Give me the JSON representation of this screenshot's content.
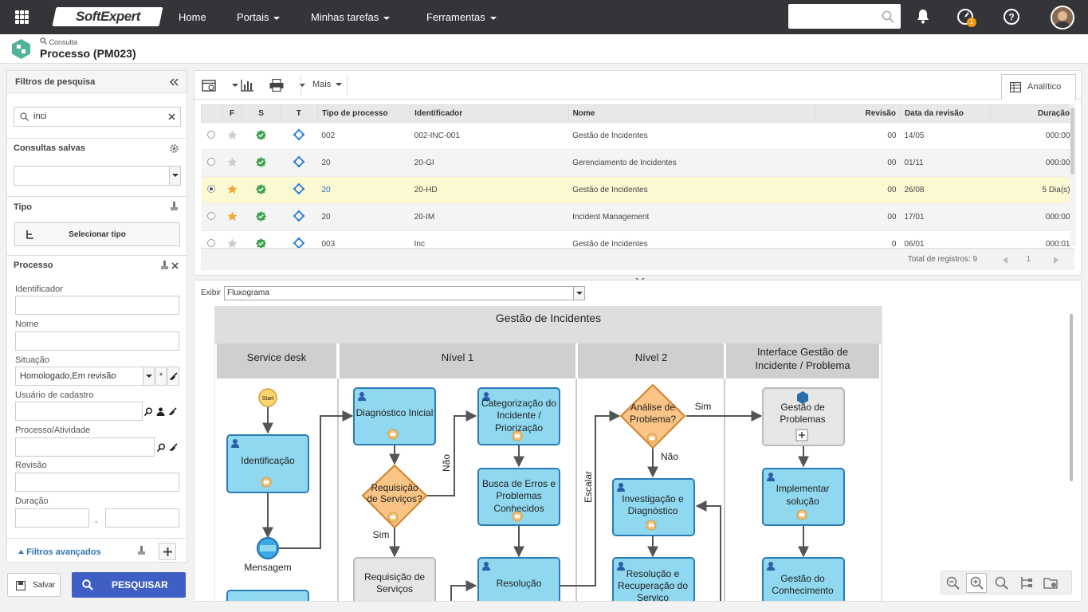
{
  "topbar": {
    "logo": "SoftExpert",
    "nav": [
      "Home",
      "Portais",
      "Minhas tarefas",
      "Ferramentas"
    ],
    "notification_count": "1"
  },
  "subheader": {
    "breadcrumb": "Consulta",
    "title": "Processo (PM023)"
  },
  "sidebar": {
    "header": "Filtros de pesquisa",
    "search_value": "inci",
    "saved_title": "Consultas salvas",
    "tipo_title": "Tipo",
    "select_tipo": "Selecionar tipo",
    "processo_title": "Processo",
    "labels": {
      "identificador": "Identificador",
      "nome": "Nome",
      "situacao": "Situação",
      "usuario": "Usuário de cadastro",
      "atividade": "Processo/Atividade",
      "revisao": "Revisão",
      "duracao": "Duração"
    },
    "situacao_value": "Homologado,Em revisão",
    "duracao_sep": "-",
    "advanced": "Filtros avançados",
    "save": "Salvar",
    "search": "PESQUISAR"
  },
  "toolbar": {
    "mais": "Mais",
    "tab": "Analítico"
  },
  "table": {
    "headers": [
      "F",
      "S",
      "T",
      "Tipo de processo",
      "Identificador",
      "Nome",
      "Revisão",
      "Data da revisão",
      "Duração"
    ],
    "rows": [
      {
        "tipo": "002",
        "id": "002-INC-001",
        "nome": "Gestão de Incidentes",
        "rev": "00",
        "data": "14/05",
        "dur": "000:00",
        "star": false
      },
      {
        "tipo": "20",
        "id": "20-GI",
        "nome": "Gerenciamento de Incidentes",
        "rev": "00",
        "data": "01/11",
        "dur": "000:00",
        "star": false
      },
      {
        "tipo": "20",
        "id": "20-HD",
        "nome": "Gestão de Incidentes",
        "rev": "00",
        "data": "26/08",
        "dur": "5 Dia(s)",
        "star": true
      },
      {
        "tipo": "20",
        "id": "20-IM",
        "nome": "Incident Management",
        "rev": "00",
        "data": "17/01",
        "dur": "000:00",
        "star": true
      },
      {
        "tipo": "003",
        "id": "Inc",
        "nome": "Gestão de Incidentes",
        "rev": "0",
        "data": "06/01",
        "dur": "000:01",
        "star": false
      }
    ],
    "total": "Total de registros: 9",
    "page": "1"
  },
  "flow": {
    "exibir_label": "Exibir",
    "exibir_value": "Fluxograma",
    "title": "Gestão de Incidentes",
    "lanes": [
      "Service desk",
      "Nível 1",
      "Nível 2",
      "Interface Gestão de",
      "Incidente / Problema"
    ],
    "start": "Start",
    "identificacao": "Identificação",
    "mensagem": "Mensagem",
    "diag_inicial": "Diagnóstico Inicial",
    "req1": "Requisição",
    "req2": "de Serviços?",
    "sim": "Sim",
    "nao": "Não",
    "reqserv1": "Requisição de",
    "reqserv2": "Serviços",
    "cat1": "Categorização do",
    "cat2": "Incidente /",
    "cat3": "Priorização",
    "busca1": "Busca de Erros e",
    "busca2": "Problemas",
    "busca3": "Conhecidos",
    "resolucao": "Resolução",
    "escalar": "Escalar",
    "analise1": "Análise de",
    "analise2": "Problema?",
    "invest1": "Investigação e",
    "invest2": "Diagnóstico",
    "resrec1": "Resolução e",
    "resrec2": "Recuperação do",
    "resrec3": "Serviço",
    "gprob1": "Gestão de",
    "gprob2": "Problemas",
    "impl1": "Implementar",
    "impl2": "solução",
    "gcon1": "Gestão do",
    "gcon2": "Conhecimento"
  }
}
